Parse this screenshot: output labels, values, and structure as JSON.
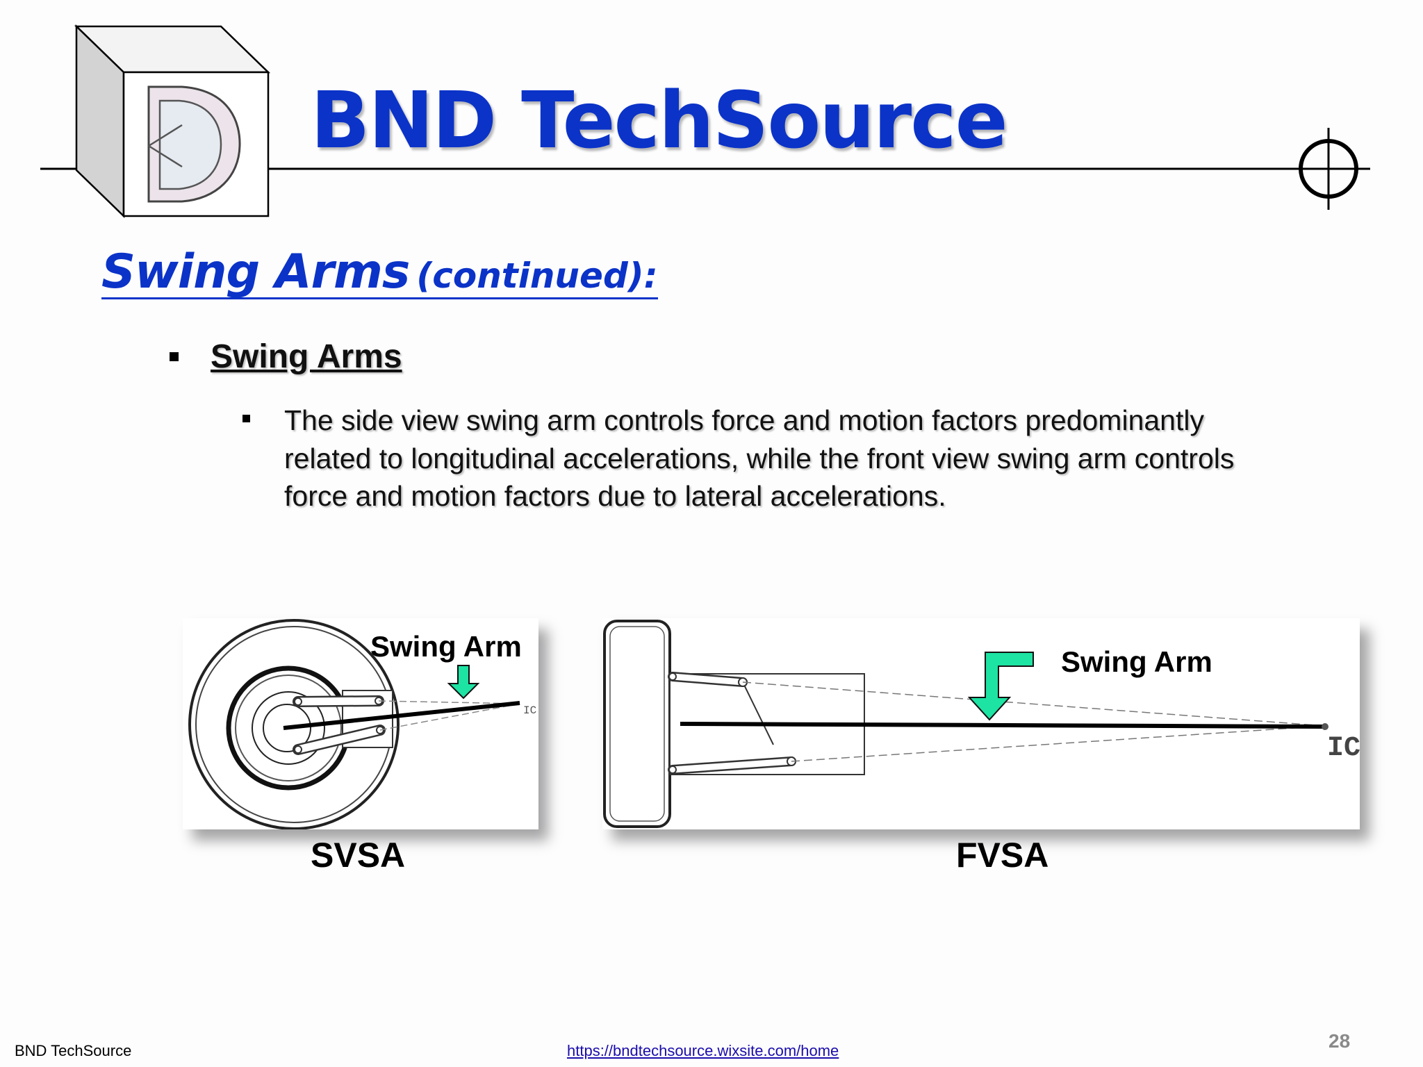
{
  "header": {
    "logo_name": "BND logo cube",
    "brand_title": "BND TechSource",
    "target_icon": "crosshair-icon"
  },
  "section_title": {
    "main": "Swing Arms",
    "sub": "(continued):"
  },
  "bullets": {
    "level1": "Swing Arms",
    "level2": "The side view swing arm controls force and motion factors predominantly related to longitudinal accelerations, while the front view swing arm controls force and motion factors due to lateral accelerations."
  },
  "figures": {
    "svsa": {
      "label": "Swing Arm",
      "ic_label": "IC",
      "caption": "SVSA"
    },
    "fvsa": {
      "label": "Swing Arm",
      "ic_label": "IC",
      "caption": "FVSA"
    },
    "arrow_color": "#1de3a3"
  },
  "footer": {
    "left": "BND TechSource",
    "link": "https://bndtechsource.wixsite.com/home",
    "page": "28"
  }
}
